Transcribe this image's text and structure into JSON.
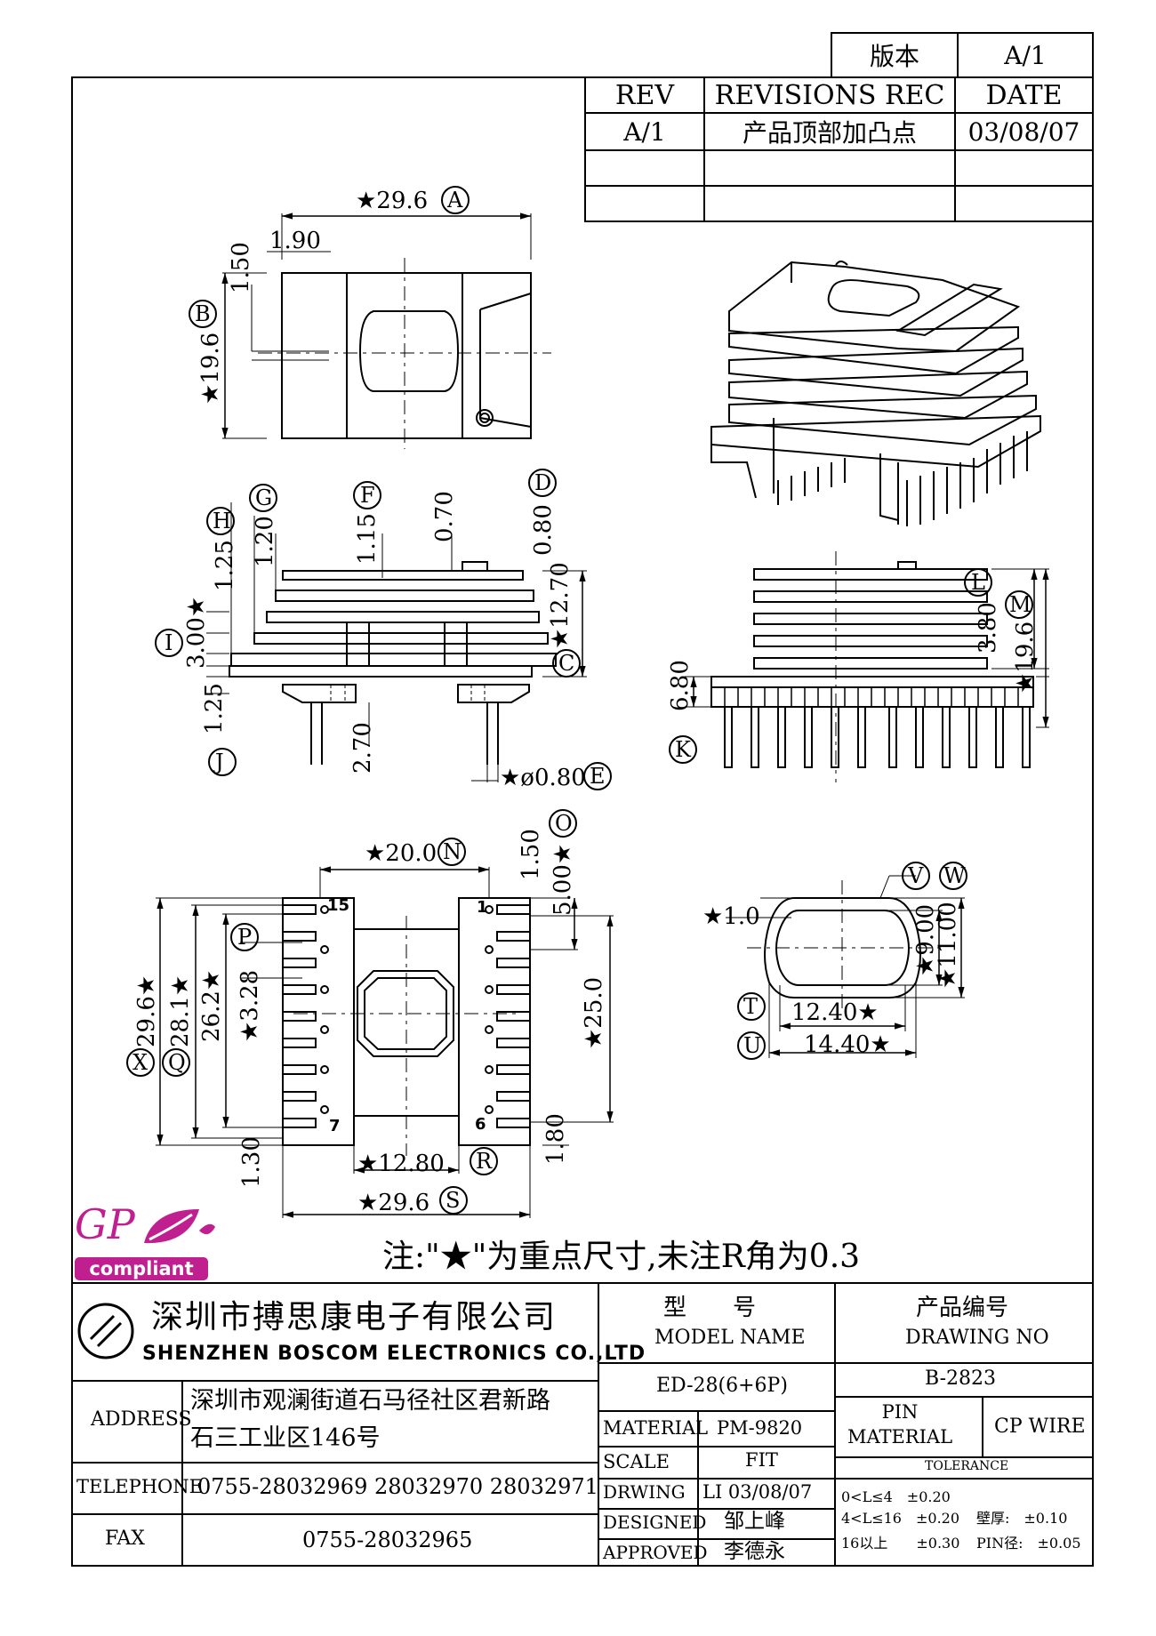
{
  "version_box": {
    "label": "版本",
    "value": "A/1"
  },
  "revisions": {
    "headers": [
      "REV",
      "REVISIONS REC",
      "DATE"
    ],
    "rows": [
      [
        "A/1",
        "产品顶部加凸点",
        "03/08/07"
      ]
    ]
  },
  "dims": {
    "A": "★29.6",
    "g190": "1.90",
    "g150": "1.50",
    "B": "★19.6",
    "H": "1.25",
    "G": "1.20",
    "F": "1.15",
    "f070": "0.70",
    "D": "0.80",
    "I": "3.00★",
    "C": "★12.70",
    "J": "1.25",
    "j270": "2.70",
    "E": "★ø0.80",
    "L": "3.80",
    "M": "★19.6",
    "K": "6.80",
    "N": "★20.0",
    "O150": "1.50",
    "O": "5.00★",
    "X": "29.6★",
    "Q": "28.1★",
    "q262": "26.2★",
    "P": "★3.28",
    "r250": "★25.0",
    "R": "★12.80",
    "g130": "1.30",
    "g180": "1.80",
    "S": "★29.6",
    "V1": "★1.0",
    "W900": "★9.00",
    "W1100": "★11.00",
    "T": "12.40★",
    "U": "14.40★"
  },
  "balloons": [
    "A",
    "B",
    "C",
    "D",
    "E",
    "F",
    "G",
    "H",
    "I",
    "J",
    "K",
    "L",
    "M",
    "N",
    "O",
    "P",
    "Q",
    "R",
    "S",
    "T",
    "U",
    "V",
    "W",
    "X"
  ],
  "pins": {
    "p15": "15",
    "p1": "1",
    "p7": "7",
    "p6": "6"
  },
  "note": "注:\"★\"为重点尺寸,未注R角为0.3",
  "gp_logo": {
    "text": "GP",
    "sub": "compliant"
  },
  "title_block": {
    "company_cn": "深圳市搏思康电子有限公司",
    "company_en": "SHENZHEN BOSCOM ELECTRONICS CO.,LTD",
    "address_label": "ADDRESS",
    "address_line1": "深圳市观澜街道石马径社区君新路",
    "address_line2": "石三工业区146号",
    "telephone_label": "TELEPHONE",
    "telephone": "0755-28032969 28032970 28032971",
    "fax_label": "FAX",
    "fax": "0755-28032965",
    "model_label_cn": "型　　号",
    "model_label_en": "MODEL NAME",
    "model": "ED-28(6+6P)",
    "drawing_label_cn": "产品编号",
    "drawing_label_en": "DRAWING NO",
    "drawing_no": "B-2823",
    "material_label": "MATERIAL",
    "material": "PM-9820",
    "pin_material_label": "PIN MATERIAL",
    "pin_material": "CP WIRE",
    "scale_label": "SCALE",
    "scale": "FIT",
    "tolerance_label": "TOLERANCE",
    "drwing_label": "DRWING",
    "drwing": "LI 03/08/07",
    "designed_label": "DESIGNED",
    "designed": "邹上峰",
    "approved_label": "APPROVED",
    "approved": "李德永",
    "tol1": "0<L≤4　±0.20",
    "tol2": "4<L≤16　±0.20",
    "tol3": "16以上　　±0.30",
    "wall": "壁厚:　±0.10",
    "pin_dia": "PIN径:　±0.05"
  }
}
